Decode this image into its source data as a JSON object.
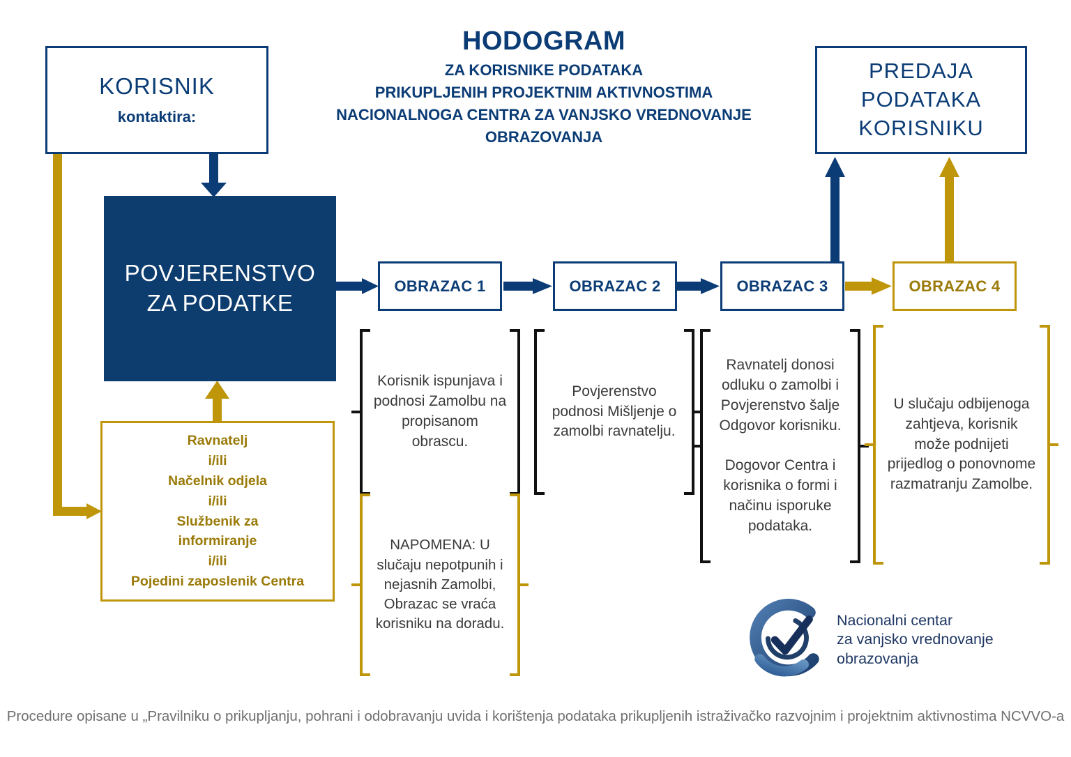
{
  "title": {
    "main": "HODOGRAM",
    "lines": [
      "ZA KORISNIKE PODATAKA",
      "PRIKUPLJENIH PROJEKTNIM AKTIVNOSTIMA",
      "NACIONALNOGA CENTRA ZA VANJSKO VREDNOVANJE",
      "OBRAZOVANJA"
    ]
  },
  "boxes": {
    "korisnik": {
      "title": "KORISNIK",
      "subtitle": "kontaktira:"
    },
    "predaja": {
      "line1": "PREDAJA",
      "line2": "PODATAKA",
      "line3": "KORISNIKU"
    },
    "povjerenstvo": {
      "line1": "POVJERENSTVO",
      "line2": "ZA PODATKE"
    },
    "roles": {
      "lines": [
        "Ravnatelj",
        "i/ili",
        "Načelnik odjela",
        "i/ili",
        "Službenik za",
        "informiranje",
        "i/ili",
        "Pojedini zaposlenik Centra"
      ]
    },
    "obrazac": [
      {
        "label": "OBRAZAC 1"
      },
      {
        "label": "OBRAZAC 2"
      },
      {
        "label": "OBRAZAC 3"
      },
      {
        "label": "OBRAZAC 4"
      }
    ]
  },
  "notes": {
    "block1": "Korisnik ispunjava i podnosi Zamolbu na propisanom obrascu.",
    "block2": "Povjerenstvo podnosi Mišljenje o zamolbi ravnatelju.",
    "block3a": "Ravnatelj donosi odluku o zamolbi i Povjerenstvo šalje Odgovor korisniku.",
    "block3b": "Dogovor Centra i korisnika o formi i načinu isporuke podataka.",
    "block4": "U slučaju odbijenoga zahtjeva, korisnik može podnijeti prijedlog o ponovnome razmatranju Zamolbe.",
    "napomena": "NAPOMENA: U slučaju nepotpunih i nejasnih Zamolbi, Obrazac se vraća korisniku na doradu."
  },
  "logo": {
    "line1": "Nacionalni centar",
    "line2": "za vanjsko vrednovanje",
    "line3": "obrazovanja"
  },
  "footer": "Procedure opisane u „Pravilniku o prikupljanju, pohrani i odobravanju uvida i korištenja podataka prikupljenih istraživačko razvojnim i projektnim aktivnostima NCVVO-a",
  "colors": {
    "navy": "#0B3C75",
    "navy_fill": "#0D3C6E",
    "gold": "#BF960A",
    "gold_text": "#9A7A08",
    "body_text": "#3a3a3a",
    "footer_text": "#6f6f6f"
  }
}
